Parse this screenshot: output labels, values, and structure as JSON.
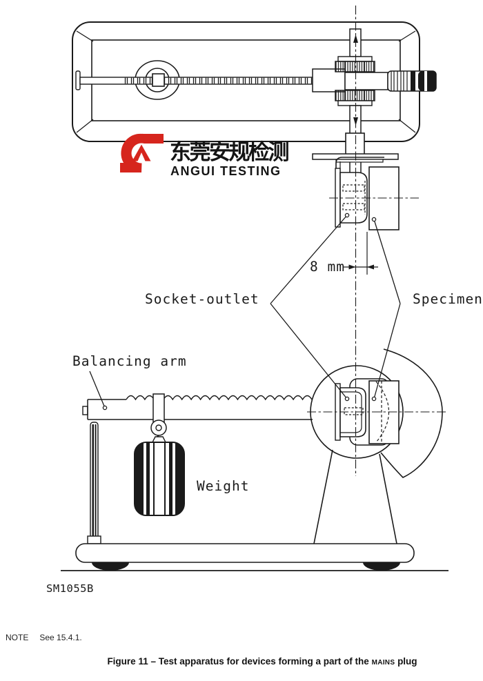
{
  "page": {
    "background": "#ffffff",
    "ink": "#1a1a1a"
  },
  "logo": {
    "red": "#d6251d",
    "chinese": "东莞安规检测",
    "english": "ANGUI TESTING"
  },
  "diagram": {
    "labels": {
      "socket_outlet": "Socket-outlet",
      "specimen": "Specimen",
      "balancing_arm": "Balancing arm",
      "weight": "Weight",
      "dimension_8mm": "8 mm",
      "drawing_code": "SM1055B"
    }
  },
  "note": {
    "label": "NOTE",
    "text": "See 15.4.1."
  },
  "caption": {
    "prefix": "Figure 11 – Test apparatus for devices forming a part of the",
    "smallcaps": "MAINS",
    "suffix": "plug"
  }
}
